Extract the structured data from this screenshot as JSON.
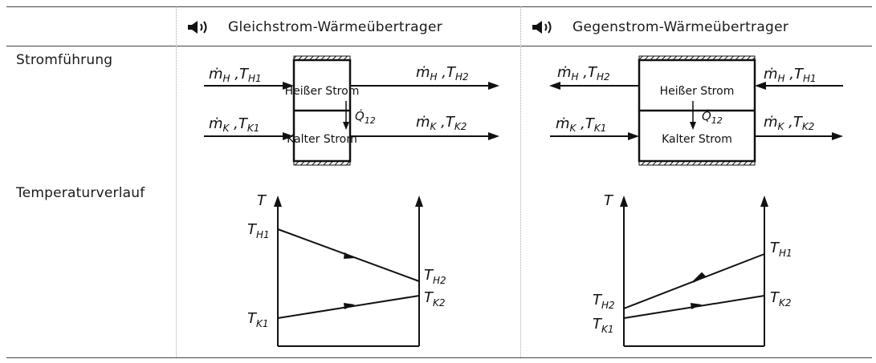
{
  "columns": {
    "left": {
      "title": "Gleichstrom-Wärmeübertrager",
      "icon": "speaker-icon"
    },
    "right": {
      "title": "Gegenstrom-Wärmeübertrager",
      "icon": "speaker-icon"
    }
  },
  "rows": {
    "flow": "Stromführung",
    "temperature": "Temperaturverlauf"
  },
  "exchanger": {
    "hot": "Heißer Strom",
    "cold": "Kalter Strom",
    "heat": "Q̇",
    "heat_sub": "12"
  },
  "symbols": {
    "mdot": "ṁ",
    "H": "H",
    "K": "K",
    "T": "T",
    "H1": "H1",
    "H2": "H2",
    "K1": "K1",
    "K2": "K2"
  }
}
